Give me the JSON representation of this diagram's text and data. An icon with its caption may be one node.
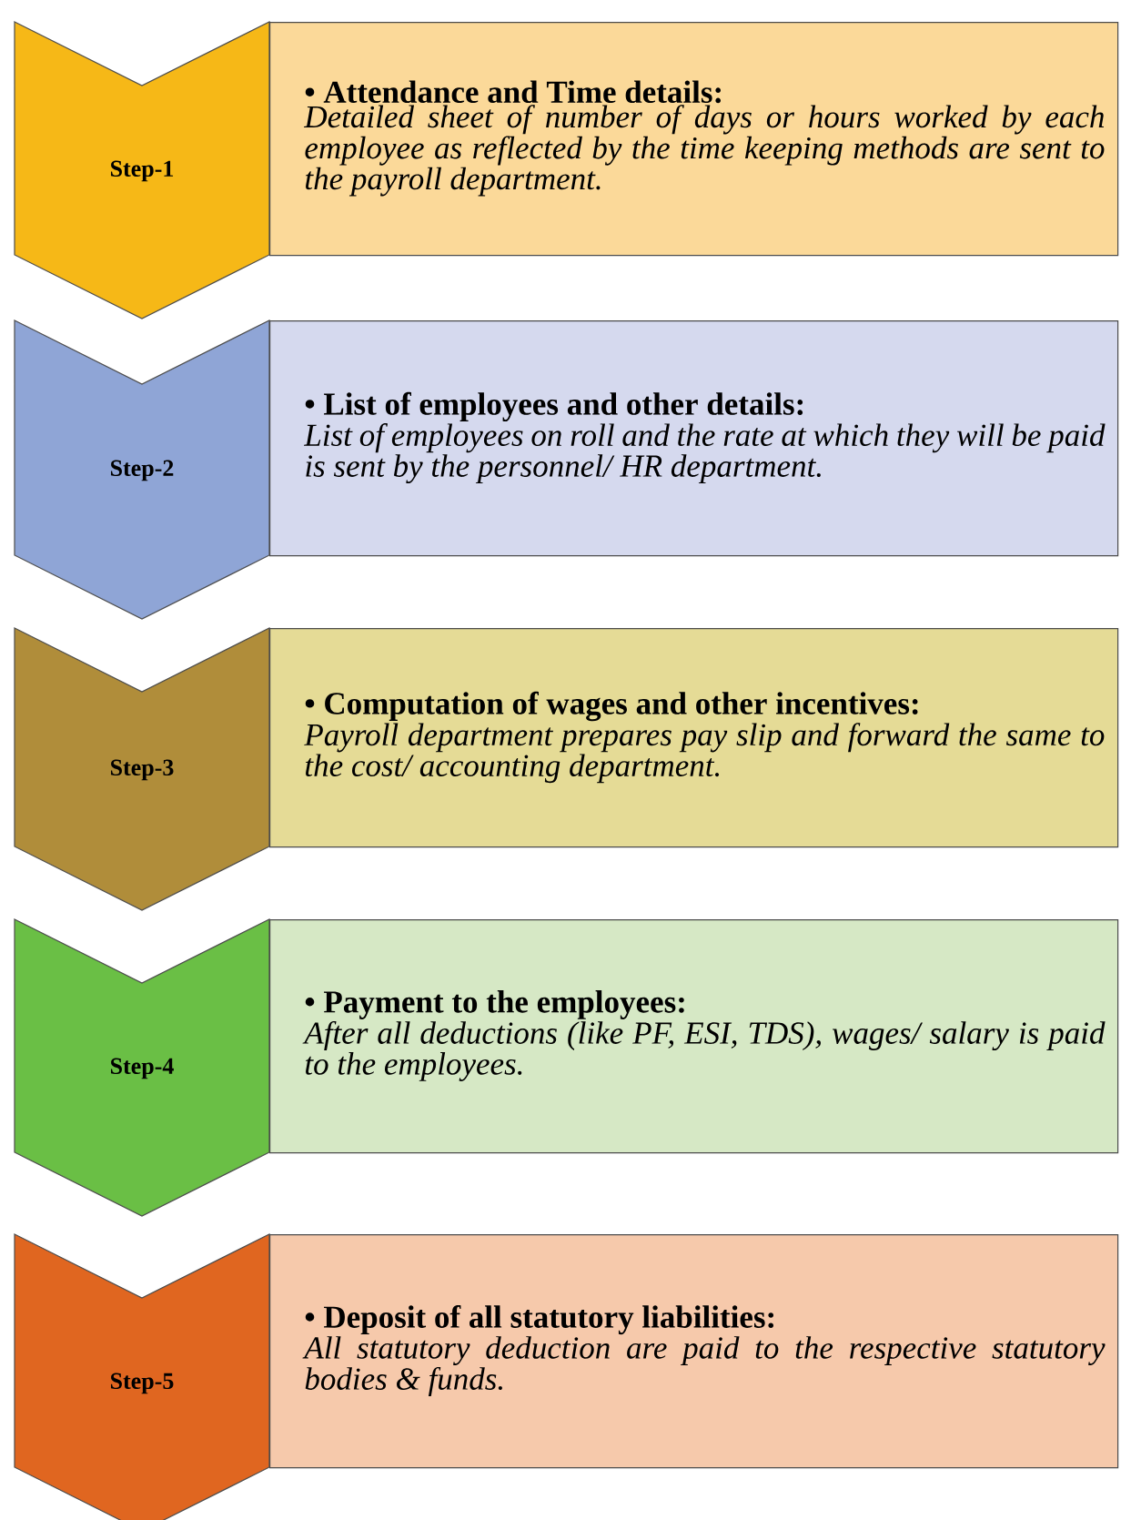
{
  "diagram": {
    "nodes": [
      {
        "text": [
          "Step-1"
        ]
      },
      {
        "text": [
          "• Attendance and Time details:",
          "Detailed sheet of number of days or hours worked by each employee as reflected by the time keeping methods are sent to the payroll department."
        ]
      },
      {
        "text": [
          "Step-2"
        ]
      },
      {
        "text": [
          "• List of employees and other details:",
          "List of employees on roll and the rate at which they will be paid is sent by the personnel/ HR department."
        ]
      },
      {
        "text": [
          "Step-3"
        ]
      },
      {
        "text": [
          "• Computation of wages and other incentives:",
          "Payroll department prepares pay slip and forward the same to the cost/ accounting department."
        ]
      },
      {
        "text": [
          "Step-4"
        ]
      },
      {
        "text": [
          "• Payment to the employees:",
          "After all deductions (like PF, ESI, TDS), wages/ salary is paid to the employees."
        ]
      },
      {
        "text": [
          "Step-5"
        ]
      },
      {
        "text": [
          "• Deposit of all statutory liabilities:",
          "All statutory deduction are paid to the respective statutory bodies & funds."
        ]
      }
    ]
  }
}
